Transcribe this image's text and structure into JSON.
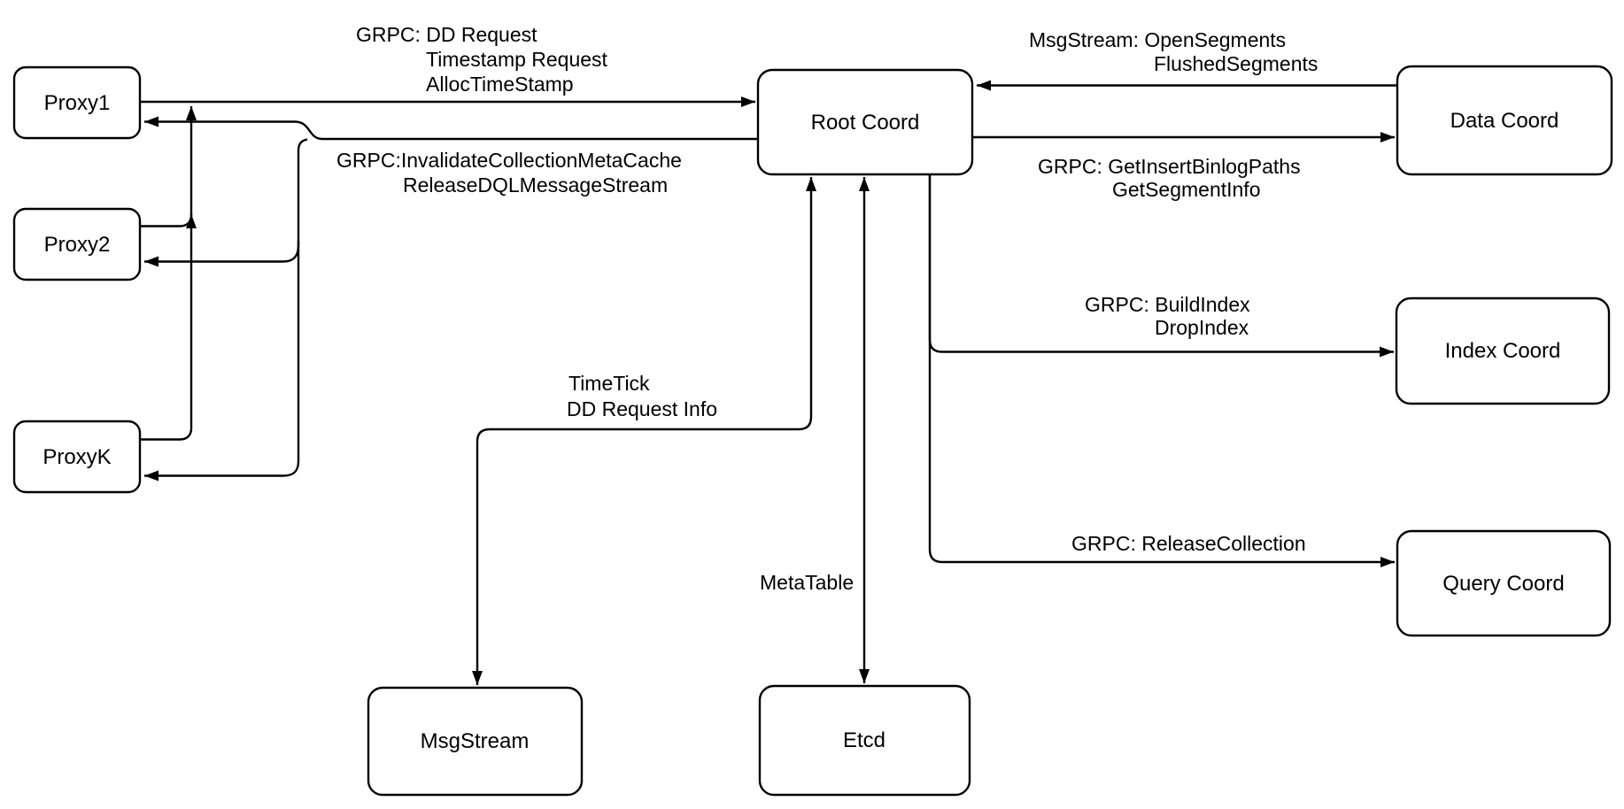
{
  "diagram": {
    "nodes": {
      "proxy1": {
        "label": "Proxy1"
      },
      "proxy2": {
        "label": "Proxy2"
      },
      "proxyk": {
        "label": "ProxyK"
      },
      "root_coord": {
        "label": "Root Coord"
      },
      "data_coord": {
        "label": "Data Coord"
      },
      "index_coord": {
        "label": "Index Coord"
      },
      "query_coord": {
        "label": "Query Coord"
      },
      "msg_stream": {
        "label": "MsgStream"
      },
      "etcd": {
        "label": "Etcd"
      }
    },
    "edges": {
      "proxies_to_root": {
        "lines": [
          "GRPC: DD Request",
          "Timestamp Request",
          "AllocTimeStamp"
        ]
      },
      "root_to_proxies": {
        "lines": [
          "GRPC:InvalidateCollectionMetaCache",
          "ReleaseDQLMessageStream"
        ]
      },
      "data_to_root": {
        "lines": [
          "MsgStream: OpenSegments",
          "FlushedSegments"
        ]
      },
      "root_to_data": {
        "lines": [
          "GRPC: GetInsertBinlogPaths",
          "GetSegmentInfo"
        ]
      },
      "root_to_index": {
        "lines": [
          "GRPC: BuildIndex",
          "DropIndex"
        ]
      },
      "root_to_query": {
        "lines": [
          "GRPC: ReleaseCollection"
        ]
      },
      "root_to_msgstream": {
        "lines": [
          "TimeTick",
          "DD Request Info"
        ]
      },
      "root_to_etcd": {
        "lines": [
          "MetaTable"
        ]
      }
    },
    "colors": {
      "line": "#000000",
      "node_fill": "#ffffff",
      "node_border": "#000000",
      "background": "#ffffff"
    }
  }
}
